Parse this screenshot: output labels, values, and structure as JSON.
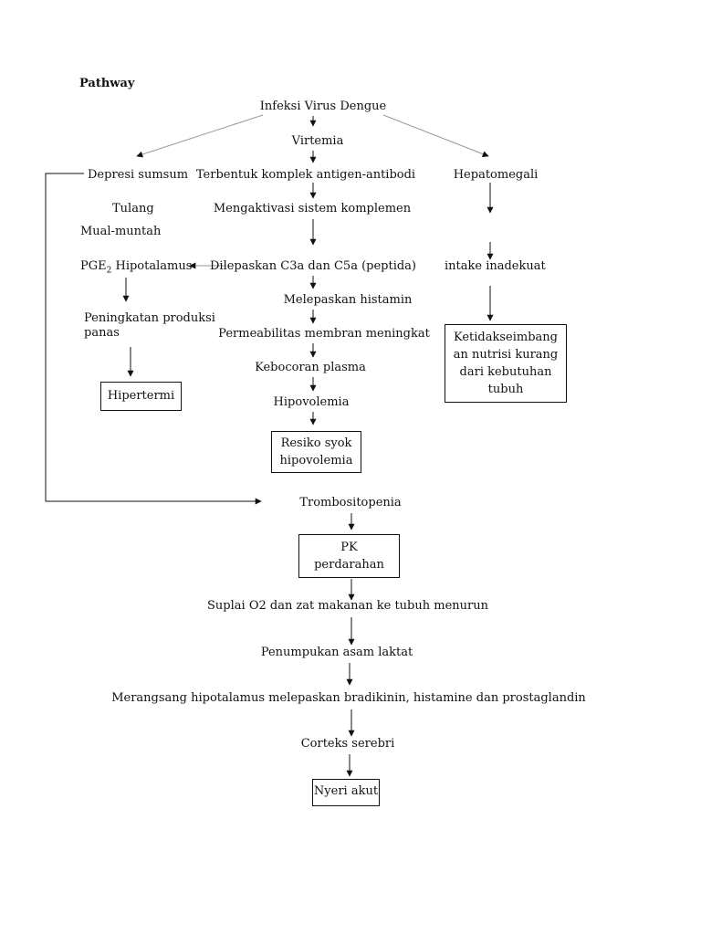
{
  "heading": "Pathway",
  "nodes": {
    "infeksi": "Infeksi Virus Dengue",
    "virtemia": "Virtemia",
    "depresi": "Depresi sumsum",
    "tulang": "Tulang",
    "mual": "Mual-muntah",
    "komplek": "Terbentuk komplek antigen-antibodi",
    "hepatomegali": "Hepatomegali",
    "aktivasi": "Mengaktivasi sistem komplemen",
    "pge_main": "PGE",
    "pge_sub": "2",
    "pge_rest": " Hipotalamus",
    "dilepaskan": "Dilepaskan C3a dan C5a (peptida)",
    "intake": "intake inadekuat",
    "histamin": "Melepaskan histamin",
    "peningkatan_1": "Peningkatan produksi",
    "peningkatan_2": "panas",
    "permeabilitas": "Permeabilitas membran meningkat",
    "kebocoran": "Kebocoran plasma",
    "hipovolemia": "Hipovolemia",
    "trombositopenia": "Trombositopenia",
    "suplai": "Suplai O2 dan zat makanan ke tubuh menurun",
    "asam": "Penumpukan asam laktat",
    "merangsang": "Merangsang hipotalamus melepaskan bradikinin, histamine dan prostaglandin",
    "korteks": "Corteks serebri"
  },
  "boxes": {
    "hipertermi": [
      "Hipertermi"
    ],
    "resiko": [
      "Resiko syok",
      "hipovolemia"
    ],
    "nutrisi": [
      "Ketidakseimbang",
      "an nutrisi kurang",
      "dari kebutuhan",
      "tubuh"
    ],
    "pk": [
      "PK",
      "perdarahan"
    ],
    "nyeri": [
      "Nyeri akut"
    ]
  }
}
